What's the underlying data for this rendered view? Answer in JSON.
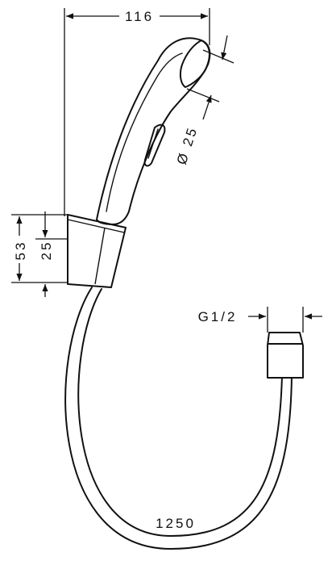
{
  "dimensions": {
    "overall_length": "116",
    "nozzle_diameter": "Ø 25",
    "holder_height": "53",
    "holder_mount": "25",
    "thread": "G1/2",
    "hose_length": "1250"
  },
  "colors": {
    "line": "#111111",
    "background": "#ffffff"
  }
}
